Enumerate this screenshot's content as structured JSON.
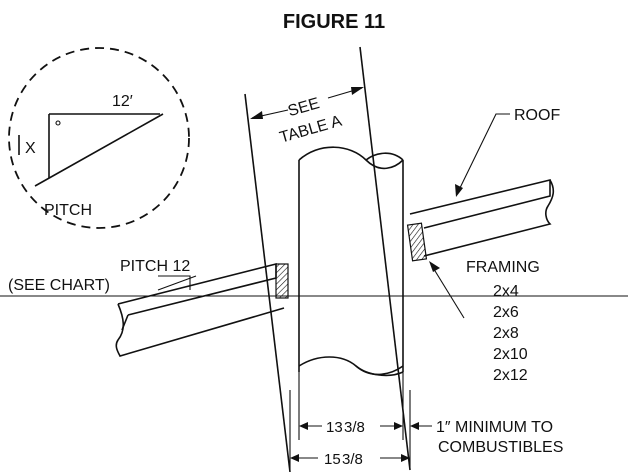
{
  "figure": {
    "title": "FIGURE 11",
    "labels": {
      "twelve": "12′",
      "x": "X",
      "pitch": "PITCH",
      "see": "SEE",
      "table_a": "TABLE A",
      "roof": "ROOF",
      "pitch12": "PITCH 12",
      "see_chart": "(SEE CHART)",
      "framing": "FRAMING",
      "min_line1": "1″ MINIMUM TO",
      "min_line2": "COMBUSTIBLES"
    },
    "framing_sizes": [
      "2x4",
      "2x6",
      "2x8",
      "2x10",
      "2x12"
    ],
    "dimensions": {
      "inner_whole": "13",
      "inner_frac": "3/8",
      "outer_whole": "15",
      "outer_frac": "3/8"
    }
  }
}
